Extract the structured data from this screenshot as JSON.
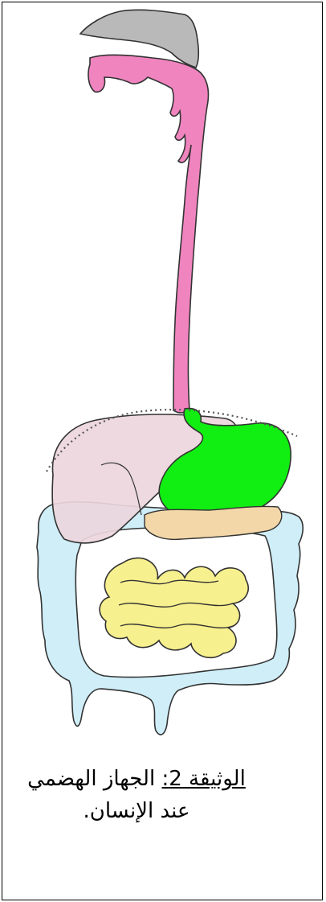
{
  "caption": {
    "document_label": "الوثيقة 2:",
    "line1_rest": " الجهاز الهضمي",
    "line2": "عند الإنسان."
  },
  "colors": {
    "pharynx": "#b9b9b9",
    "esophagus": "#f084bf",
    "stomach": "#11ee11",
    "liver": "#ecd6dc",
    "pancreas": "#f3d7a8",
    "small_intestine": "#f7f08e",
    "large_intestine": "#cfeef8",
    "outline": "#333333"
  },
  "icons": {
    "diagram": "digestive-system-illustration"
  }
}
